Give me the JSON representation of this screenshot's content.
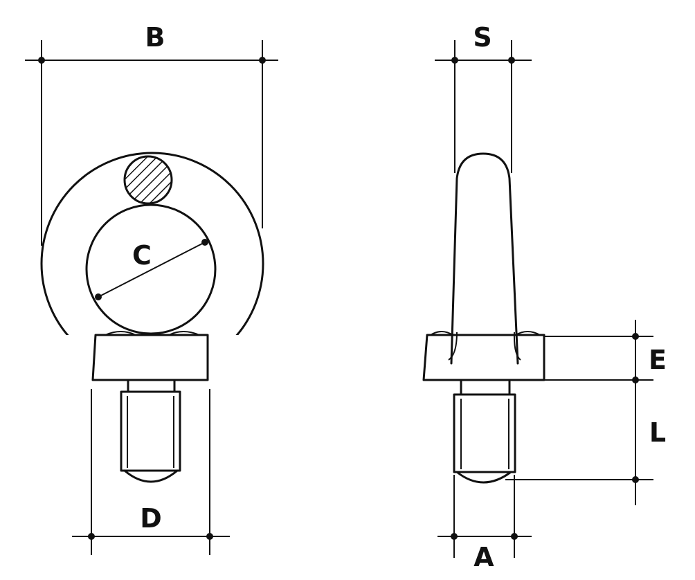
{
  "colors": {
    "line": "#111111",
    "background": "#ffffff"
  },
  "dimensions": {
    "B": "B",
    "C": "C",
    "D": "D",
    "S": "S",
    "E": "E",
    "L": "L",
    "A": "A"
  }
}
